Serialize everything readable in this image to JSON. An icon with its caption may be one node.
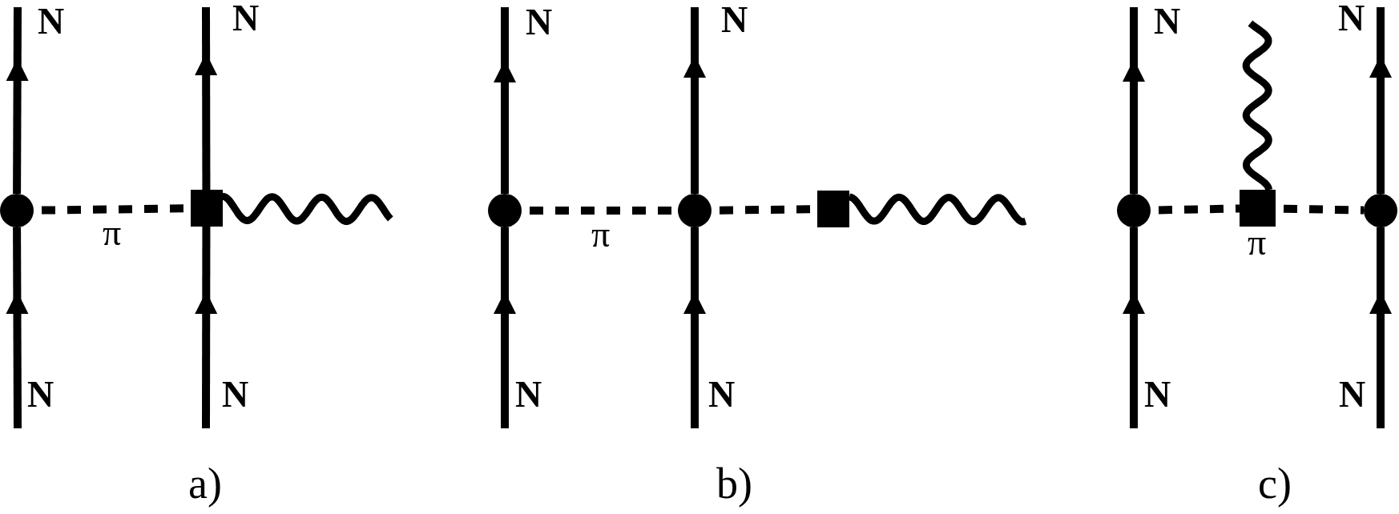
{
  "diagram": {
    "nodes": [
      {
        "text": [
          "N"
        ]
      },
      {
        "text": [
          "N"
        ]
      },
      {
        "text": [
          "N"
        ]
      },
      {
        "text": [
          "N"
        ]
      },
      {
        "text": [
          "N"
        ]
      },
      {
        "text": [
          "N"
        ]
      },
      {
        "text": [],
        "shape": "circle"
      },
      {
        "text": [],
        "shape": "square"
      },
      {
        "text": [],
        "shape": "circle"
      },
      {
        "text": [],
        "shape": "circle"
      },
      {
        "text": [],
        "shape": "square"
      },
      {
        "text": [],
        "shape": "circle"
      },
      {
        "text": [],
        "shape": "square"
      },
      {
        "text": [],
        "shape": "circle"
      },
      {
        "text": [
          "N"
        ]
      },
      {
        "text": [
          "N"
        ]
      },
      {
        "text": [
          "N"
        ]
      },
      {
        "text": [
          "N"
        ]
      },
      {
        "text": [
          "N"
        ]
      },
      {
        "text": [
          "N"
        ]
      }
    ],
    "edges": [
      {
        "from": 14,
        "to": 6,
        "arrow": "to"
      },
      {
        "from": 6,
        "to": 0,
        "arrow": "to"
      },
      {
        "from": 15,
        "to": 7,
        "arrow": "to"
      },
      {
        "from": 7,
        "to": 1,
        "arrow": "to"
      },
      {
        "from": 6,
        "to": 7,
        "arrow": "none",
        "style": "dashed",
        "label": "π"
      },
      {
        "from": 7,
        "to": null,
        "arrow": "none"
      },
      {
        "from": 16,
        "to": 8,
        "arrow": "to"
      },
      {
        "from": 8,
        "to": 2,
        "arrow": "to"
      },
      {
        "from": 17,
        "to": 9,
        "arrow": "to"
      },
      {
        "from": 9,
        "to": 3,
        "arrow": "to"
      },
      {
        "from": 8,
        "to": 9,
        "arrow": "none",
        "style": "dashed",
        "label": "π"
      },
      {
        "from": 9,
        "to": 10,
        "arrow": "none",
        "style": "dashed"
      },
      {
        "from": 10,
        "to": null,
        "arrow": "none"
      },
      {
        "from": 18,
        "to": 11,
        "arrow": "to"
      },
      {
        "from": 11,
        "to": 4,
        "arrow": "to"
      },
      {
        "from": 19,
        "to": 13,
        "arrow": "to"
      },
      {
        "from": 13,
        "to": 5,
        "arrow": "to"
      },
      {
        "from": 11,
        "to": 12,
        "arrow": "none",
        "style": "dashed"
      },
      {
        "from": 12,
        "to": 13,
        "arrow": "none",
        "style": "dashed"
      },
      {
        "from": 12,
        "to": null,
        "arrow": "none"
      }
    ],
    "labels": [
      "π",
      "a)",
      "b)",
      "c)"
    ]
  }
}
